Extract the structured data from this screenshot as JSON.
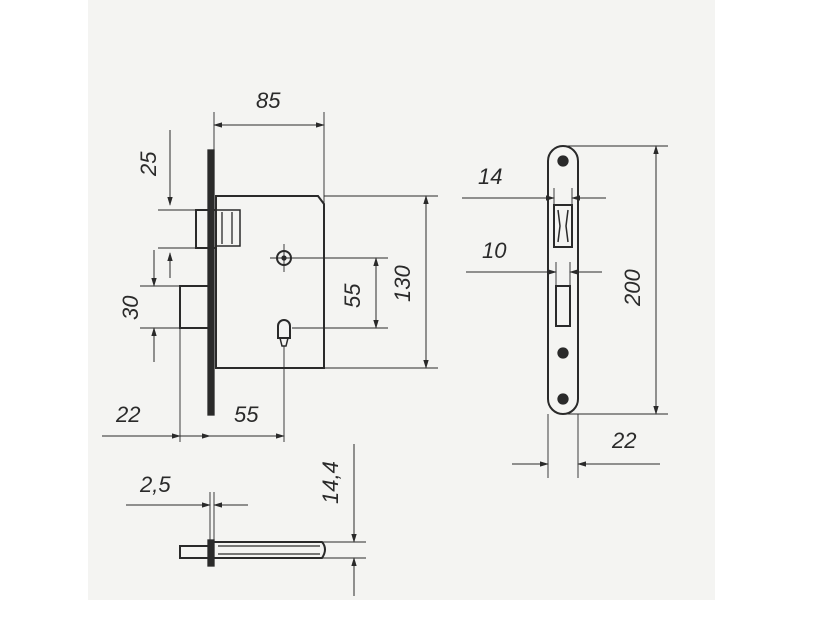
{
  "drawing": {
    "dimensions": {
      "body_width": "85",
      "latch_offset": "25",
      "latch_spacing": "30",
      "backset_left": "22",
      "backset": "55",
      "center_distance": "55",
      "case_height": "130",
      "faceplate_width": "14",
      "faceplate_slot": "10",
      "faceplate_height": "200",
      "faceplate_offset": "22",
      "plate_thickness": "2,5",
      "bolt_height": "14,4"
    },
    "colors": {
      "ink": "#2a2a2a",
      "paper": "#f4f4f2"
    }
  }
}
